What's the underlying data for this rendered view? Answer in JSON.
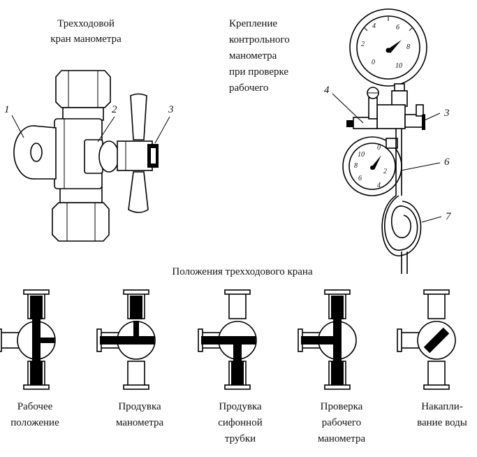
{
  "valve_title": {
    "line1": "Трехходовой",
    "line2": "кран манометра"
  },
  "mount_title": {
    "line1": "Крепление",
    "line2": "контрольного",
    "line3": "манометра",
    "line4": "при проверке",
    "line5": "рабочего"
  },
  "callouts": {
    "valve": [
      "1",
      "2",
      "3"
    ],
    "mount": [
      "4",
      "3",
      "6",
      "7"
    ]
  },
  "gauge_top_scale": [
    "0",
    "2",
    "4",
    "6",
    "8",
    "10"
  ],
  "gauge_bottom_scale": [
    "10",
    "8",
    "6",
    "4",
    "2",
    "0"
  ],
  "positions_title": "Положения трехходового крана",
  "positions": [
    {
      "line1": "Рабочее",
      "line2": "положение",
      "line3": ""
    },
    {
      "line1": "Продувка",
      "line2": "манометра",
      "line3": ""
    },
    {
      "line1": "Продувка",
      "line2": "сифонной",
      "line3": "трубки"
    },
    {
      "line1": "Проверка",
      "line2": "рабочего",
      "line3": "манометра"
    },
    {
      "line1": "Накапли-",
      "line2": "вание воды",
      "line3": ""
    }
  ]
}
